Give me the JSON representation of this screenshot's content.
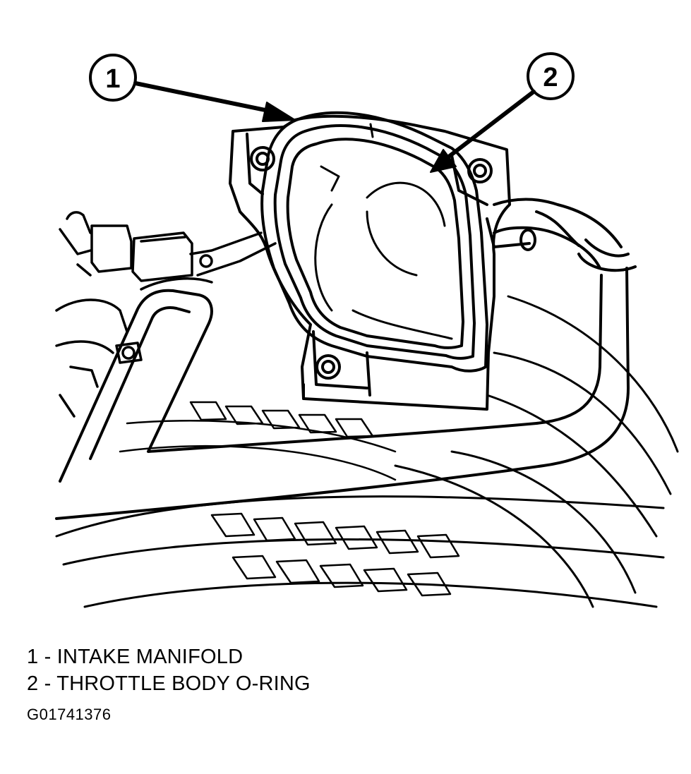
{
  "diagram": {
    "callouts": [
      {
        "number": "1"
      },
      {
        "number": "2"
      }
    ],
    "legend": [
      {
        "number": "1",
        "label": "INTAKE MANIFOLD"
      },
      {
        "number": "2",
        "label": "THROTTLE BODY O-RING"
      }
    ],
    "legend_separator": " - ",
    "figure_id": "G01741376",
    "line_color": "#000000",
    "background_color": "#ffffff"
  }
}
